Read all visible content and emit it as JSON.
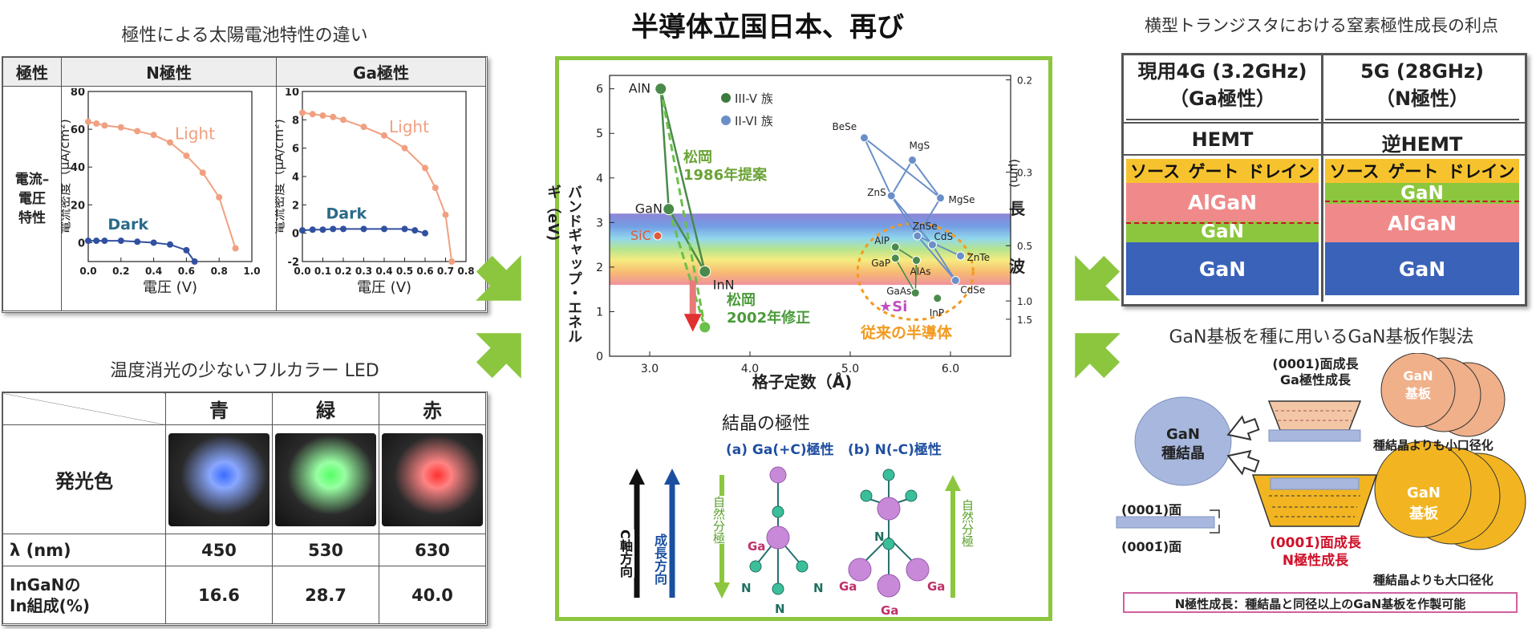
{
  "center": {
    "title": "半導体立国日本、再び",
    "chart_y_label": "バンドギャップ・エネルギ（eV)",
    "chart_x_label": "格子定数（Å)",
    "chart_r_label_1": "波",
    "chart_r_label_2": "長",
    "chart_r_label_3": "(µm)",
    "legend_35": "III-V 族",
    "legend_26": "II-VI 族",
    "note_1986_a": "松岡",
    "note_1986_b": "1986年提案",
    "note_2002_a": "松岡",
    "note_2002_b": "2002年修正",
    "conventional": "従来の半導体",
    "crystal_title": "結晶の極性",
    "ga_polar": "(a) Ga(+C)極性",
    "n_polar": "(b) N(-C)極性",
    "c_axis": "C軸方向",
    "growth_dir": "成長方向",
    "nat_pol": "自然分極",
    "atom_ga": "Ga",
    "atom_n": "N",
    "chart_data": {
      "type": "scatter",
      "xlabel": "格子定数（Å)",
      "ylabel": "バンドギャップ・エネルギ（eV)",
      "xlim": [
        2.6,
        6.6
      ],
      "ylim": [
        0,
        6.3
      ],
      "x_ticks": [
        "3.0",
        "4.0",
        "5.0",
        "6.0"
      ],
      "y_ticks": [
        "0",
        "1",
        "2",
        "3",
        "4",
        "5",
        "6"
      ],
      "right_ticks": [
        {
          "label": "0.2",
          "y": 6.2
        },
        {
          "label": "0.3",
          "y": 4.13
        },
        {
          "label": "0.5",
          "y": 2.48
        },
        {
          "label": "1.0",
          "y": 1.24
        },
        {
          "label": "1.5",
          "y": 0.83
        }
      ],
      "series": [
        {
          "name": "III-V 族",
          "color": "#4a8a4a",
          "points": [
            {
              "label": "AlN",
              "x": 3.11,
              "y": 6.0
            },
            {
              "label": "GaN",
              "x": 3.19,
              "y": 3.3
            },
            {
              "label": "InN",
              "x": 3.55,
              "y": 1.9
            },
            {
              "label": "AlP",
              "x": 5.45,
              "y": 2.45
            },
            {
              "label": "GaP",
              "x": 5.45,
              "y": 2.2
            },
            {
              "label": "AlAs",
              "x": 5.66,
              "y": 2.15
            },
            {
              "label": "GaAs",
              "x": 5.65,
              "y": 1.42
            },
            {
              "label": "InP",
              "x": 5.87,
              "y": 1.3
            }
          ]
        },
        {
          "name": "II-VI 族",
          "color": "#6a8fc8",
          "points": [
            {
              "label": "BeSe",
              "x": 5.14,
              "y": 4.9
            },
            {
              "label": "MgS",
              "x": 5.62,
              "y": 4.4
            },
            {
              "label": "ZnS",
              "x": 5.41,
              "y": 3.6
            },
            {
              "label": "MgSe",
              "x": 5.9,
              "y": 3.55
            },
            {
              "label": "ZnSe",
              "x": 5.67,
              "y": 2.7
            },
            {
              "label": "CdS",
              "x": 5.82,
              "y": 2.5
            },
            {
              "label": "ZnTe",
              "x": 6.1,
              "y": 2.25
            },
            {
              "label": "CdSe",
              "x": 6.05,
              "y": 1.7
            }
          ]
        },
        {
          "name": "SiC",
          "color": "#e05a3a",
          "points": [
            {
              "label": "SiC",
              "x": 3.08,
              "y": 2.7
            }
          ]
        },
        {
          "name": "Si",
          "color": "#c050c0",
          "points": [
            {
              "label": "Si",
              "x": 5.43,
              "y": 1.12
            }
          ]
        }
      ],
      "mod_end": {
        "x": 3.55,
        "y": 0.65
      }
    }
  },
  "solar": {
    "title": "極性による太陽電池特性の違い",
    "h_pol": "極性",
    "h_n": "N極性",
    "h_ga": "Ga極性",
    "row_label": "電流–電圧特性",
    "row_label_1": "電流–",
    "row_label_2": "電圧",
    "row_label_3": "特性",
    "xlabel": "電圧 (V)",
    "ylabel": "電流密度（µA/cm²)",
    "light": "Light",
    "dark": "Dark",
    "chart_data": [
      {
        "type": "line",
        "title": "N極性",
        "xlabel": "電圧 (V)",
        "ylabel": "電流密度（µA/cm²)",
        "xlim": [
          0,
          1.0
        ],
        "ylim": [
          -10,
          80
        ],
        "x_ticks": [
          "0.0",
          "0.2",
          "0.4",
          "0.6",
          "0.8",
          "1.0"
        ],
        "y_ticks": [
          "0",
          "20",
          "40",
          "60",
          "80"
        ],
        "series": [
          {
            "name": "Light",
            "color": "#f0a080",
            "x": [
              0.0,
              0.05,
              0.1,
              0.2,
              0.3,
              0.4,
              0.5,
              0.6,
              0.7,
              0.8,
              0.9
            ],
            "y": [
              64,
              63,
              62,
              61,
              59,
              57,
              53,
              46,
              37,
              24,
              -3
            ]
          },
          {
            "name": "Dark",
            "color": "#3050a0",
            "x": [
              0.0,
              0.05,
              0.1,
              0.2,
              0.3,
              0.4,
              0.5,
              0.6,
              0.65
            ],
            "y": [
              1,
              1,
              1,
              1,
              0.5,
              0,
              -1,
              -4,
              -10
            ]
          }
        ]
      },
      {
        "type": "line",
        "title": "Ga極性",
        "xlabel": "電圧 (V)",
        "ylabel": "電流密度（µA/cm²)",
        "xlim": [
          0,
          0.8
        ],
        "ylim": [
          -2,
          10
        ],
        "x_ticks": [
          "0.0",
          "0.1",
          "0.2",
          "0.3",
          "0.4",
          "0.5",
          "0.6",
          "0.7",
          "0.8"
        ],
        "y_ticks": [
          "-2",
          "0",
          "2",
          "4",
          "6",
          "8",
          "10"
        ],
        "series": [
          {
            "name": "Light",
            "color": "#f0a080",
            "x": [
              0.0,
              0.05,
              0.1,
              0.15,
              0.2,
              0.3,
              0.4,
              0.5,
              0.6,
              0.65,
              0.7,
              0.73
            ],
            "y": [
              8.5,
              8.4,
              8.3,
              8.2,
              8.0,
              7.5,
              6.9,
              6.0,
              4.6,
              3.2,
              1.3,
              -2
            ]
          },
          {
            "name": "Dark",
            "color": "#3050a0",
            "x": [
              0.0,
              0.05,
              0.1,
              0.15,
              0.2,
              0.3,
              0.4,
              0.5,
              0.55,
              0.6
            ],
            "y": [
              0.2,
              0.25,
              0.25,
              0.3,
              0.3,
              0.3,
              0.3,
              0.3,
              0.2,
              0
            ]
          }
        ]
      }
    ]
  },
  "led": {
    "title": "温度消光の少ないフルカラー LED",
    "cols": [
      "青",
      "緑",
      "赤"
    ],
    "row_color": "発光色",
    "row_lambda": "λ (nm)",
    "row_comp_1": "InGaNの",
    "row_comp_2": "In組成(%)",
    "lambda": [
      "450",
      "530",
      "630"
    ],
    "comp": [
      "16.6",
      "28.7",
      "40.0"
    ],
    "glow_colors": [
      "#3a6cff",
      "#55ff66",
      "#ff3030"
    ]
  },
  "hemt": {
    "title": "横型トランジスタにおける窒素極性成長の利点",
    "col1_a": "現用4G (3.2GHz)",
    "col1_b": "（Ga極性）",
    "col2_a": "5G (28GHz)",
    "col2_b": "（N極性）",
    "hemt": "HEMT",
    "inv_hemt": "逆HEMT",
    "source": "ソース",
    "gate": "ゲート",
    "drain": "ドレイン",
    "algan": "AlGaN",
    "gan": "GaN",
    "colors": {
      "algan": "#f08a8a",
      "gan_green": "#8cc63f",
      "gan_blue": "#3a62b8",
      "electrode": "#f6c32e"
    }
  },
  "substrate": {
    "title": "GaN基板を種に用いるGaN基板作製法",
    "seed_a": "GaN",
    "seed_b": "種結晶",
    "face_0001": "(0001)面",
    "face_000m1": "(0001̄)面",
    "top_a": "(0001)面成長",
    "top_b": "Ga極性成長",
    "bot_a": "(0001̄)面成長",
    "bot_b": "N極性成長",
    "wafer_a": "GaN",
    "wafer_b": "基板",
    "small_note": "種結晶よりも小口径化",
    "large_note": "種結晶よりも大口径化",
    "footer": "N極性成長：種結晶と同径以上のGaN基板を作製可能"
  }
}
